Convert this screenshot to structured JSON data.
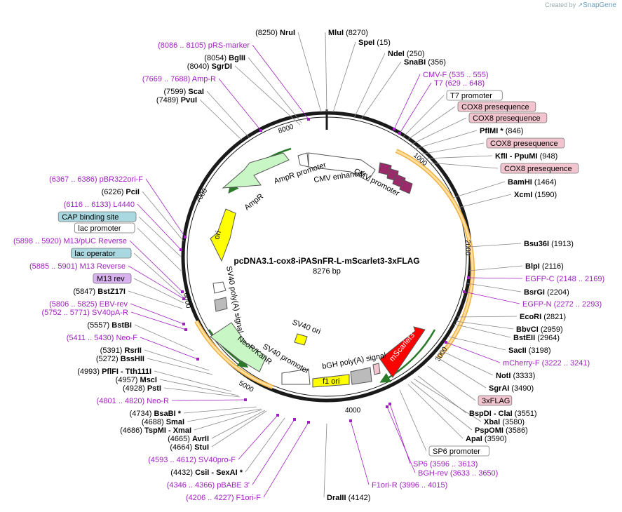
{
  "credit": {
    "prefix": "Created by",
    "brand": "SnapGene"
  },
  "plasmid": {
    "name": "pcDNA3.1-cox8-iPASnFR-L-mScarlet3-3xFLAG",
    "size_label": "8276 bp"
  },
  "ticks": [
    "1000",
    "2000",
    "3000",
    "4000",
    "5000",
    "6000",
    "7000",
    "8000"
  ],
  "features": [
    {
      "name": "CMV enhancer",
      "color": "#ffffff"
    },
    {
      "name": "CMV promoter",
      "color": "#ffffff"
    },
    {
      "name": "AmpR promoter",
      "color": "#ffffff"
    },
    {
      "name": "AmpR",
      "color": "#c8f7c5"
    },
    {
      "name": "ori",
      "color": "#ffff00"
    },
    {
      "name": "SV40 poly(A) signal",
      "color": "#ffffff"
    },
    {
      "name": "NeoR/KanR",
      "color": "#c8f7c5"
    },
    {
      "name": "SV40 promoter",
      "color": "#ffffff"
    },
    {
      "name": "SV40 ori",
      "color": "#ffff00"
    },
    {
      "name": "f1 ori",
      "color": "#ffff00"
    },
    {
      "name": "bGH poly(A) signal",
      "color": "#ffffff"
    },
    {
      "name": "mScarlet3",
      "color": "#ff0000"
    }
  ],
  "labels": [
    {
      "pos": "(8250)",
      "name": "NruI",
      "kind": "enzyme"
    },
    {
      "pos": "(8270)",
      "name": "MluI",
      "kind": "enzyme"
    },
    {
      "pos": "(15)",
      "name": "SpeI",
      "kind": "enzyme"
    },
    {
      "pos": "(250)",
      "name": "NdeI",
      "kind": "enzyme"
    },
    {
      "pos": "(356)",
      "name": "SnaBI",
      "kind": "enzyme"
    },
    {
      "pos": "(8086 .. 8105)",
      "name": "pRS-marker",
      "kind": "primer"
    },
    {
      "pos": "(8054)",
      "name": "BglII",
      "kind": "enzyme"
    },
    {
      "pos": "(8040)",
      "name": "SgrDI",
      "kind": "enzyme"
    },
    {
      "pos": "(7669 .. 7688)",
      "name": "Amp-R",
      "kind": "primer"
    },
    {
      "pos": "(7599)",
      "name": "ScaI",
      "kind": "enzyme"
    },
    {
      "pos": "(7489)",
      "name": "PvuI",
      "kind": "enzyme"
    },
    {
      "pos": "(535 .. 555)",
      "name": "CMV-F",
      "kind": "primer"
    },
    {
      "pos": "(629 .. 648)",
      "name": "T7",
      "kind": "primer"
    },
    {
      "name": "T7 promoter",
      "kind": "box",
      "color": "#ffffff"
    },
    {
      "name": "COX8 presequence",
      "kind": "box",
      "color": "#f2c4cf"
    },
    {
      "name": "COX8 presequence",
      "kind": "box",
      "color": "#f2c4cf"
    },
    {
      "pos": "(846)",
      "name": "PflMI *",
      "kind": "enzyme"
    },
    {
      "name": "COX8 presequence",
      "kind": "box",
      "color": "#f2c4cf"
    },
    {
      "pos": "(948)",
      "name": "KflI - PpuMI",
      "kind": "enzyme"
    },
    {
      "name": "COX8 presequence",
      "kind": "box",
      "color": "#f2c4cf"
    },
    {
      "pos": "(1464)",
      "name": "BamHI",
      "kind": "enzyme"
    },
    {
      "pos": "(1590)",
      "name": "XcmI",
      "kind": "enzyme"
    },
    {
      "pos": "(1913)",
      "name": "Bsu36I",
      "kind": "enzyme"
    },
    {
      "pos": "(2116)",
      "name": "BlpI",
      "kind": "enzyme"
    },
    {
      "pos": "(2148 .. 2169)",
      "name": "EGFP-C",
      "kind": "primer"
    },
    {
      "pos": "(2204)",
      "name": "BsrGI",
      "kind": "enzyme"
    },
    {
      "pos": "(2272 .. 2293)",
      "name": "EGFP-N",
      "kind": "primer"
    },
    {
      "pos": "(2821)",
      "name": "EcoRI",
      "kind": "enzyme"
    },
    {
      "pos": "(2959)",
      "name": "BbvCI",
      "kind": "enzyme"
    },
    {
      "pos": "(2964)",
      "name": "BstEII",
      "kind": "enzyme"
    },
    {
      "pos": "(3198)",
      "name": "SacII",
      "kind": "enzyme"
    },
    {
      "pos": "(3222 .. 3241)",
      "name": "mCherry-F",
      "kind": "primer"
    },
    {
      "pos": "(3333)",
      "name": "NotI",
      "kind": "enzyme"
    },
    {
      "pos": "(3490)",
      "name": "SgrAI",
      "kind": "enzyme"
    },
    {
      "name": "3xFLAG",
      "kind": "box",
      "color": "#f2c4cf"
    },
    {
      "pos": "(3551)",
      "name": "BspDI - ClaI",
      "kind": "enzyme"
    },
    {
      "pos": "(3580)",
      "name": "XbaI",
      "kind": "enzyme"
    },
    {
      "pos": "(3586)",
      "name": "PspOMI",
      "kind": "enzyme"
    },
    {
      "pos": "(3590)",
      "name": "ApaI",
      "kind": "enzyme"
    },
    {
      "name": "SP6 promoter",
      "kind": "box",
      "color": "#ffffff"
    },
    {
      "pos": "(3596 .. 3613)",
      "name": "SP6",
      "kind": "primer"
    },
    {
      "pos": "(3633 .. 3650)",
      "name": "BGH-rev",
      "kind": "primer"
    },
    {
      "pos": "(3996 .. 4015)",
      "name": "F1ori-R",
      "kind": "primer"
    },
    {
      "pos": "(4142)",
      "name": "DraIII",
      "kind": "enzyme"
    },
    {
      "pos": "(4206 .. 4227)",
      "name": "F1ori-F",
      "kind": "primer"
    },
    {
      "pos": "(4346 .. 4366)",
      "name": "pBABE 3'",
      "kind": "primer"
    },
    {
      "pos": "(4432)",
      "name": "CsiI - SexAI *",
      "kind": "enzyme"
    },
    {
      "pos": "(4593 .. 4612)",
      "name": "SV40pro-F",
      "kind": "primer"
    },
    {
      "pos": "(4664)",
      "name": "StuI",
      "kind": "enzyme"
    },
    {
      "pos": "(4665)",
      "name": "AvrII",
      "kind": "enzyme"
    },
    {
      "pos": "(4686)",
      "name": "TspMI - XmaI",
      "kind": "enzyme"
    },
    {
      "pos": "(4688)",
      "name": "SmaI",
      "kind": "enzyme"
    },
    {
      "pos": "(4734)",
      "name": "BsaBI *",
      "kind": "enzyme"
    },
    {
      "pos": "(4801 .. 4820)",
      "name": "Neo-R",
      "kind": "primer"
    },
    {
      "pos": "(4928)",
      "name": "PstI",
      "kind": "enzyme"
    },
    {
      "pos": "(4957)",
      "name": "MscI",
      "kind": "enzyme"
    },
    {
      "pos": "(4993)",
      "name": "PflFI - Tth111I",
      "kind": "enzyme"
    },
    {
      "pos": "(5272)",
      "name": "BssHII",
      "kind": "enzyme"
    },
    {
      "pos": "(5391)",
      "name": "RsrII",
      "kind": "enzyme"
    },
    {
      "pos": "(5411 .. 5430)",
      "name": "Neo-F",
      "kind": "primer"
    },
    {
      "pos": "(5557)",
      "name": "BstBI",
      "kind": "enzyme"
    },
    {
      "pos": "(5752 .. 5771)",
      "name": "SV40pA-R",
      "kind": "primer"
    },
    {
      "pos": "(5806 .. 5825)",
      "name": "EBV-rev",
      "kind": "primer"
    },
    {
      "pos": "(5847)",
      "name": "BstZ17I",
      "kind": "enzyme"
    },
    {
      "name": "M13 rev",
      "kind": "box",
      "color": "#d9b3f0"
    },
    {
      "pos": "(5885 .. 5901)",
      "name": "M13 Reverse",
      "kind": "primer"
    },
    {
      "name": "lac operator",
      "kind": "box",
      "color": "#a9d8e0"
    },
    {
      "pos": "(5898 .. 5920)",
      "name": "M13/pUC Reverse",
      "kind": "primer"
    },
    {
      "name": "lac promoter",
      "kind": "box",
      "color": "#ffffff"
    },
    {
      "name": "CAP binding site",
      "kind": "box",
      "color": "#a9d8e0"
    },
    {
      "pos": "(6116 .. 6133)",
      "name": "L4440",
      "kind": "primer"
    },
    {
      "pos": "(6226)",
      "name": "PciI",
      "kind": "enzyme"
    },
    {
      "pos": "(6367 .. 6386)",
      "name": "pBR322ori-F",
      "kind": "primer"
    }
  ]
}
